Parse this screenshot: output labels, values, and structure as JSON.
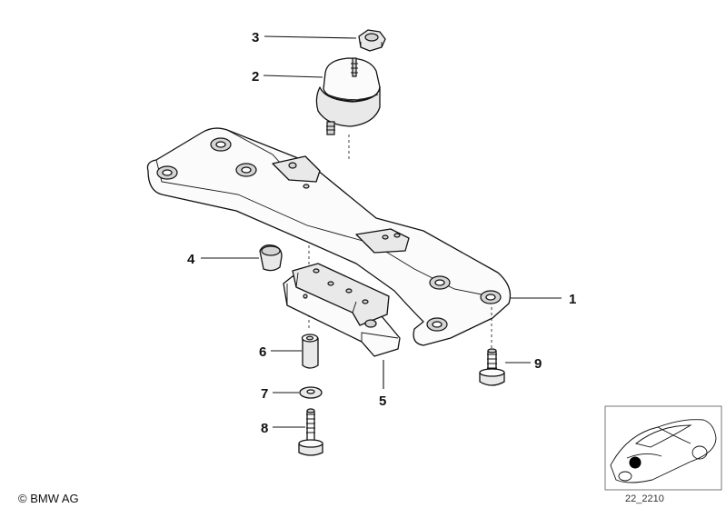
{
  "diagram": {
    "callouts": {
      "p1": "1",
      "p2": "2",
      "p3": "3",
      "p4": "4",
      "p5": "5",
      "p6": "6",
      "p7": "7",
      "p8": "8",
      "p9": "9"
    },
    "copyright": "© BMW AG",
    "diagram_code": "22_2210"
  }
}
